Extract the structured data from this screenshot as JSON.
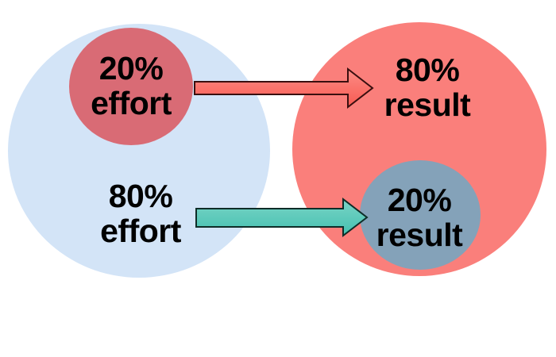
{
  "diagram": {
    "name": "pareto-principle-80-20",
    "labels": {
      "effort_small": {
        "line1": "20%",
        "line2": "effort"
      },
      "result_large": {
        "line1": "80%",
        "line2": "result"
      },
      "effort_large": {
        "line1": "80%",
        "line2": "effort"
      },
      "result_small": {
        "line1": "20%",
        "line2": "result"
      }
    },
    "colors": {
      "background": "#ffffff",
      "effort_circle": "#d3e4f7",
      "effort_small_circle": "#d96b75",
      "result_circle": "#fa7f7b",
      "result_small_circle": "#84a2b9",
      "arrow_red_light": "#fc8d86",
      "arrow_red_dark": "#f85a52",
      "arrow_red_outline": "#390f0f",
      "arrow_teal_light": "#7ad4c6",
      "arrow_teal_dark": "#44c0b0",
      "arrow_teal_outline": "#0e2d28",
      "text": "#000000"
    }
  }
}
